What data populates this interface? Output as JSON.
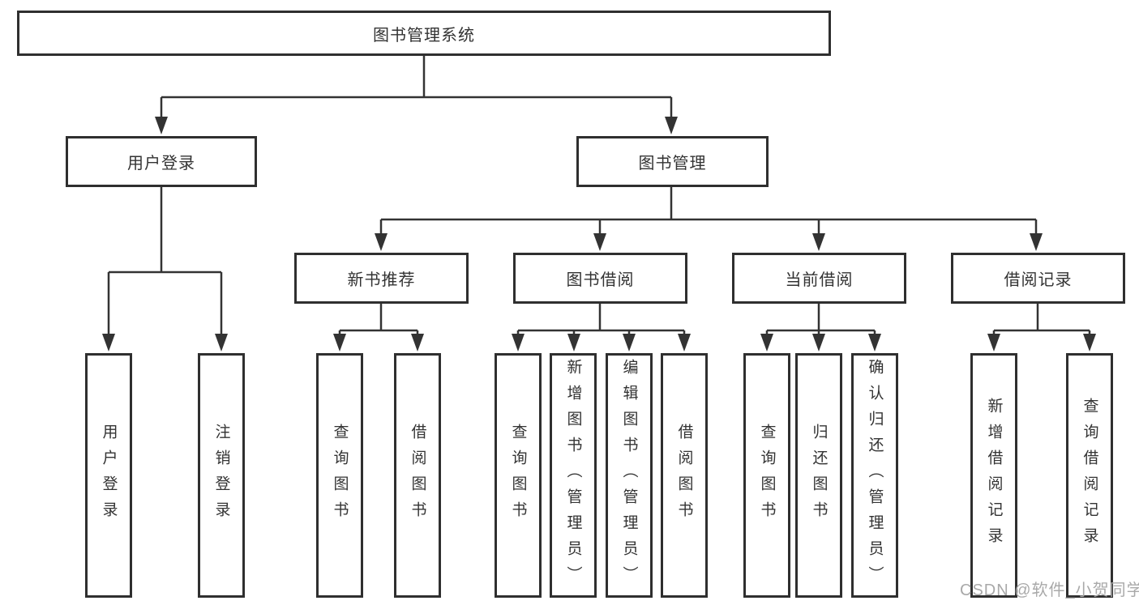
{
  "colors": {
    "line": "#333333",
    "box_border": "#2f2f2f",
    "text": "#333333",
    "watermark": "#a9a9a9",
    "background": "#ffffff"
  },
  "watermark": {
    "text": "CSDN @软件_小贺同学"
  },
  "tree": {
    "root": {
      "label": "图书管理系统"
    },
    "branches": [
      {
        "label": "用户登录",
        "children": [
          {
            "label": "用户登录"
          },
          {
            "label": "注销登录"
          }
        ]
      },
      {
        "label": "图书管理",
        "children": [
          {
            "label": "新书推荐",
            "children": [
              {
                "label": "查询图书"
              },
              {
                "label": "借阅图书"
              }
            ]
          },
          {
            "label": "图书借阅",
            "children": [
              {
                "label": "查询图书"
              },
              {
                "label": "新增图书（管理员）"
              },
              {
                "label": "编辑图书（管理员）"
              },
              {
                "label": "借阅图书"
              }
            ]
          },
          {
            "label": "当前借阅",
            "children": [
              {
                "label": "查询图书"
              },
              {
                "label": "归还图书"
              },
              {
                "label": "确认归还（管理员）"
              }
            ]
          },
          {
            "label": "借阅记录",
            "children": [
              {
                "label": "新增借阅记录"
              },
              {
                "label": "查询借阅记录"
              }
            ]
          }
        ]
      }
    ]
  }
}
